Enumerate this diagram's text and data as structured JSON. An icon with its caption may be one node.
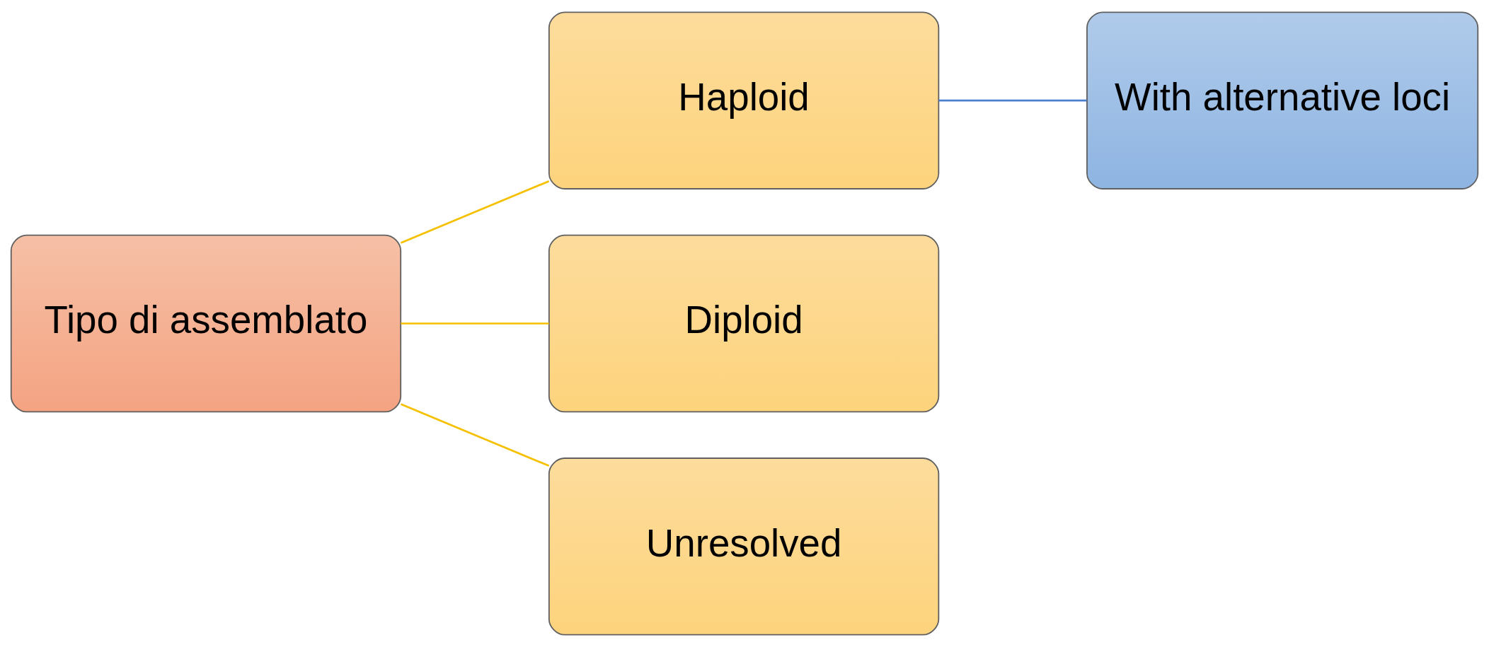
{
  "diagram": {
    "nodes": [
      {
        "text": [
          "Tipo di assemblato"
        ]
      },
      {
        "text": [
          "Haploid"
        ]
      },
      {
        "text": [
          "Diploid"
        ]
      },
      {
        "text": [
          "Unresolved"
        ]
      },
      {
        "text": [
          "With alternative loci"
        ]
      }
    ],
    "edges": [
      {
        "from": 0,
        "to": 1,
        "arrow": "none"
      },
      {
        "from": 0,
        "to": 2,
        "arrow": "none"
      },
      {
        "from": 0,
        "to": 3,
        "arrow": "none"
      },
      {
        "from": 1,
        "to": 4,
        "arrow": "none",
        "color": "#4a7fd0"
      }
    ]
  }
}
